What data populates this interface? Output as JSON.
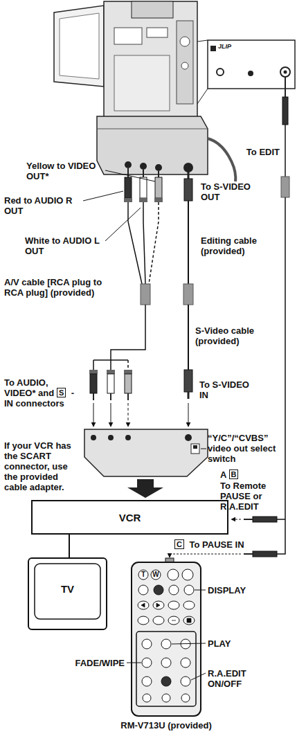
{
  "diagram": {
    "nodes": [
      {
        "text": [
          "VCR"
        ]
      },
      {
        "text": [
          "TV"
        ]
      },
      {
        "text": [
          "RM-V713U (provided)"
        ]
      }
    ],
    "edges": [
      {
        "from": 0,
        "to": 1,
        "arrow": "none"
      }
    ],
    "labels": [
      "JLIP",
      "Yellow to VIDEO OUT*",
      "Red to AUDIO R OUT",
      "White to AUDIO L OUT",
      "A/V cable [RCA plug to RCA plug] (provided)",
      "To S-VIDEO OUT",
      "S-Video cable (provided)",
      "To EDIT",
      "Editing cable (provided)",
      "To AUDIO, VIDEO* and",
      "S",
      "-IN connectors",
      "If your VCR has the SCART connector, use the provided cable adapter.",
      "To S-VIDEO IN",
      "“Y/C”/“CVBS” video out select switch",
      "A",
      "B",
      "To Remote PAUSE or R.A.EDIT",
      "C",
      "To PAUSE IN",
      "T",
      "W",
      "DISPLAY",
      "PLAY",
      "FADE/WIPE",
      "R.A.EDIT ON/OFF"
    ]
  }
}
